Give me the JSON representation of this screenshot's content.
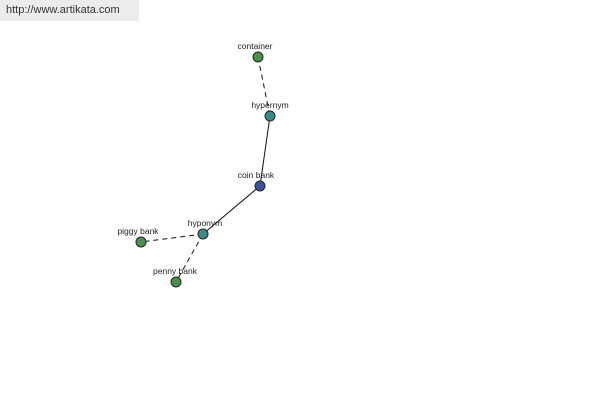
{
  "site": {
    "url_text": "http://www.artikata.com"
  },
  "graph": {
    "nodes": [
      {
        "id": "container",
        "label": "container",
        "kind": "term",
        "color": "#4d8f4d"
      },
      {
        "id": "hypernym",
        "label": "hypernym",
        "kind": "relation",
        "color": "#3d8a8a"
      },
      {
        "id": "coin-bank",
        "label": "coin bank",
        "kind": "root",
        "color": "#3f4f99"
      },
      {
        "id": "hyponym",
        "label": "hyponym",
        "kind": "relation",
        "color": "#3d8a8a"
      },
      {
        "id": "piggy-bank",
        "label": "piggy bank",
        "kind": "term",
        "color": "#4d8f4d"
      },
      {
        "id": "penny-bank",
        "label": "penny bank",
        "kind": "term",
        "color": "#4d8f4d"
      }
    ],
    "edges": [
      {
        "from": "container",
        "to": "hypernym",
        "style": "dashed"
      },
      {
        "from": "hypernym",
        "to": "coin-bank",
        "style": "solid"
      },
      {
        "from": "coin-bank",
        "to": "hyponym",
        "style": "solid"
      },
      {
        "from": "hyponym",
        "to": "piggy-bank",
        "style": "dashed"
      },
      {
        "from": "hyponym",
        "to": "penny-bank",
        "style": "dashed"
      }
    ]
  }
}
